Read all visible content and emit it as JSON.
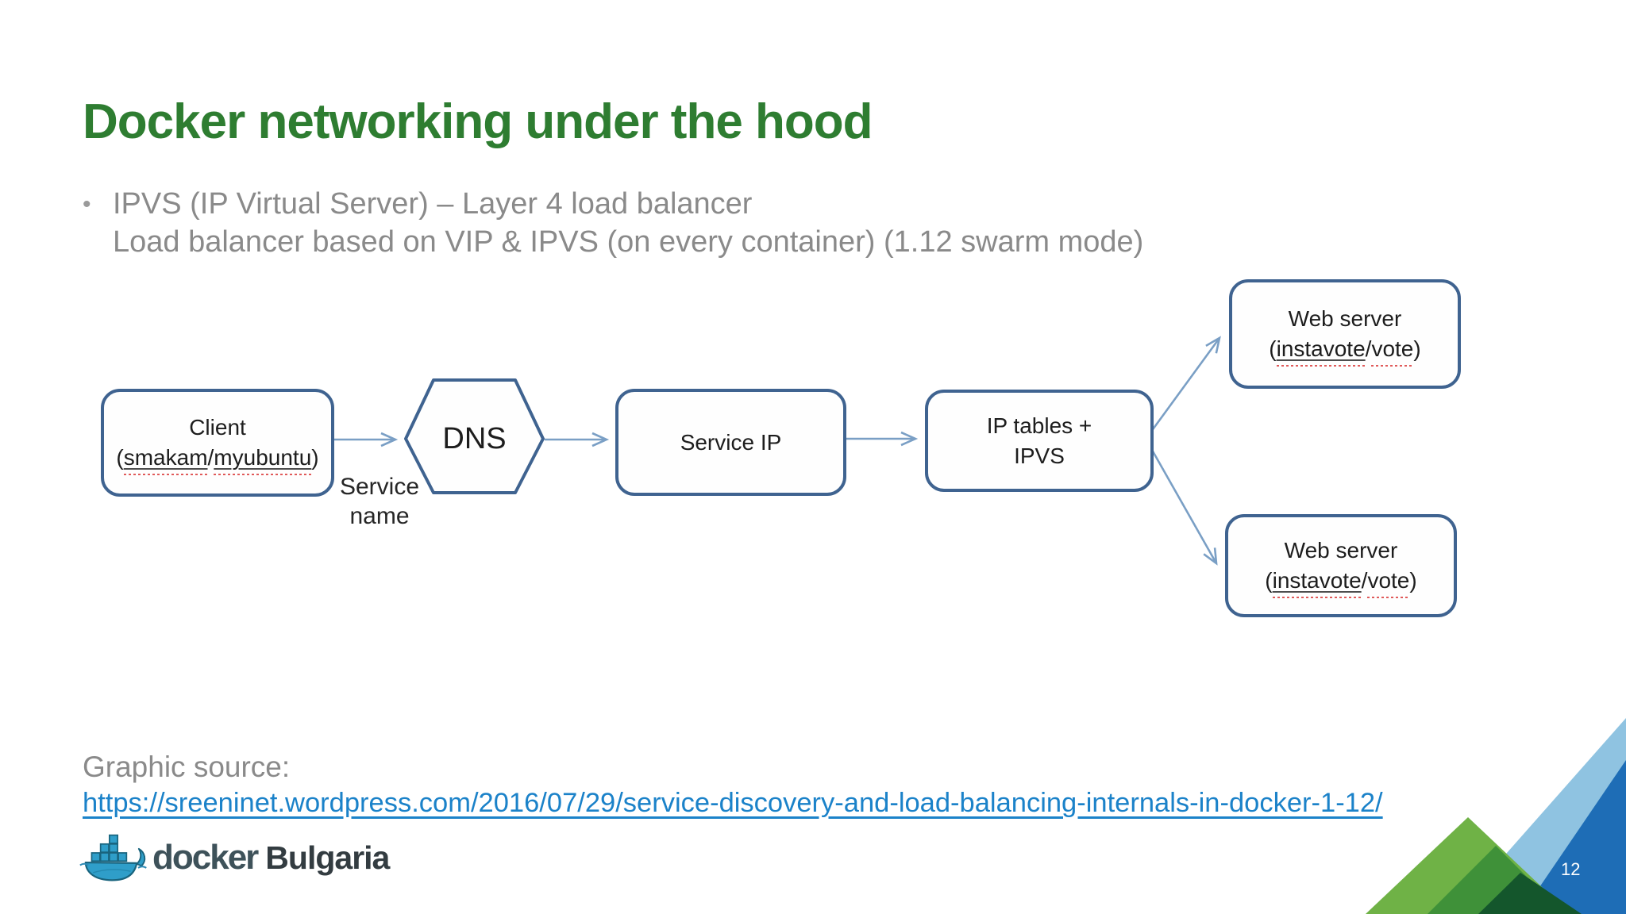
{
  "slide": {
    "title": "Docker networking under the hood",
    "bullets": {
      "marker": "•",
      "line1": "IPVS (IP Virtual Server) – Layer 4 load balancer",
      "line2": "Load balancer based on VIP & IPVS (on every container) (1.12 swarm mode)"
    },
    "diagram": {
      "client": {
        "title": "Client",
        "sub_open": "(",
        "sub_word1": "smakam",
        "sub_sep": "/",
        "sub_word2": "myubuntu",
        "sub_close": ")"
      },
      "dns": {
        "label": "DNS"
      },
      "edge_label": {
        "line1": "Service",
        "line2": "name"
      },
      "service_ip": {
        "label": "Service IP"
      },
      "iptables": {
        "line1": "IP tables +",
        "line2": "IPVS"
      },
      "web_top": {
        "title": "Web server",
        "sub_open": "(",
        "sub_word1": "instavote",
        "sub_sep": "/",
        "sub_word2": "vote",
        "sub_close": ")"
      },
      "web_bottom": {
        "title": "Web server",
        "sub_open": "(",
        "sub_word1": "instavote",
        "sub_sep": "/",
        "sub_word2": "vote",
        "sub_close": ")"
      }
    },
    "footer": {
      "source_label": "Graphic source:",
      "source_url": "https://sreeninet.wordpress.com/2016/07/29/service-discovery-and-load-balancing-internals-in-docker-1-12/"
    },
    "logo": {
      "brand": "docker",
      "region": "Bulgaria"
    },
    "page_number": "12",
    "colors": {
      "title_green": "#2e7d31",
      "body_gray": "#8a8a8a",
      "link_blue": "#1b82c9",
      "box_border": "#3f6390",
      "arrow_blue": "#7a9fc5",
      "corner_light_blue": "#8fc3e1",
      "corner_dark_blue": "#1e6db6",
      "corner_light_green": "#6fb246",
      "corner_mid_green": "#3f9139",
      "corner_dark_green": "#14562c",
      "whale_blue": "#2f9ec9"
    }
  }
}
